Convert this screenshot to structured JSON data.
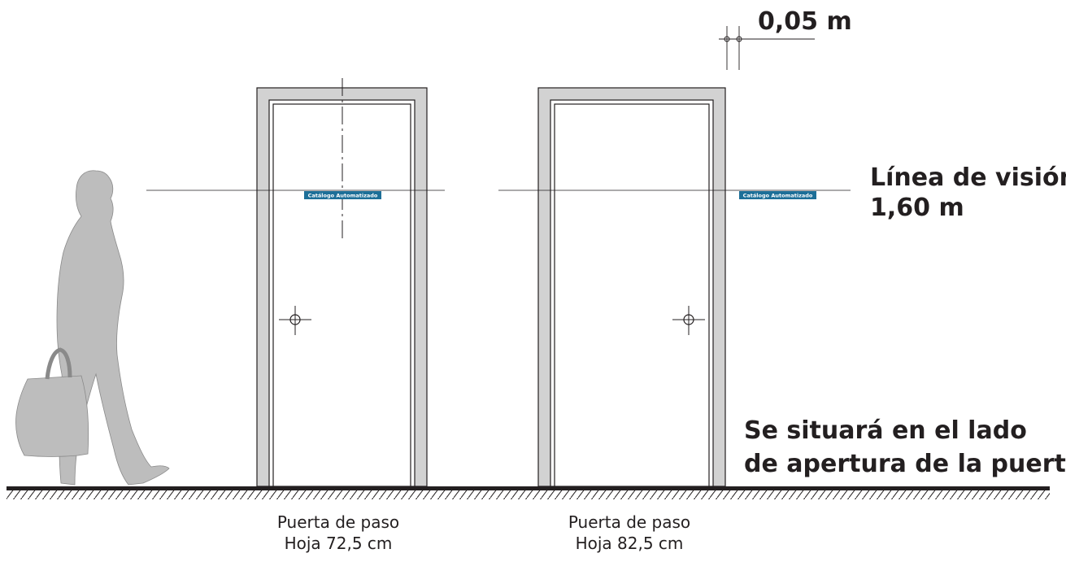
{
  "dimension_label": "0,05 m",
  "vision_line": {
    "title": "Línea de visión",
    "height": "1,60 m"
  },
  "placement_note": {
    "line1": "Se situará en el lado",
    "line2": "de apertura de la puerta"
  },
  "sign_text": "Catálogo Automatizado",
  "doors": [
    {
      "caption": "Puerta de paso",
      "leaf": "Hoja 72,5 cm"
    },
    {
      "caption": "Puerta de paso",
      "leaf": "Hoja 82,5 cm"
    }
  ],
  "colors": {
    "ink": "#231f20",
    "frame_fill": "#d2d2d2",
    "person_fill": "#bdbdbd",
    "sign_fill": "#1d6f98"
  }
}
